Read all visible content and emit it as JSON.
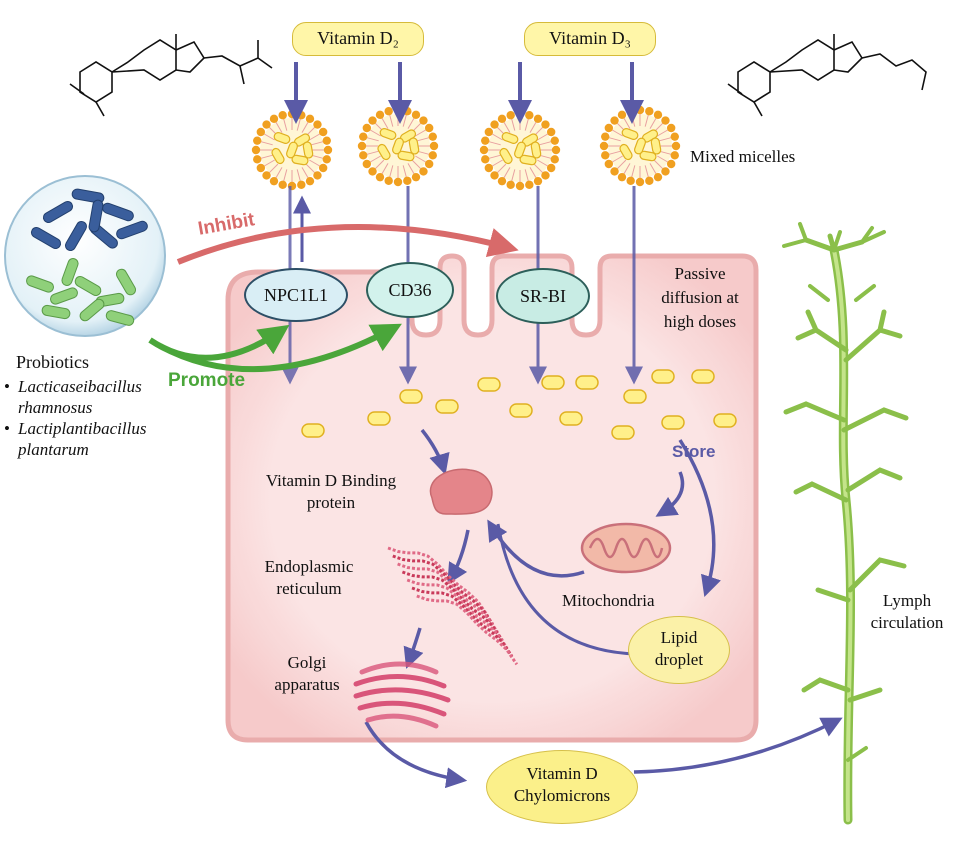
{
  "vitamin_d2_label": "Vitamin D₂",
  "vitamin_d3_label": "Vitamin D₃",
  "mixed_micelles_label": "Mixed micelles",
  "inhibit_label": "Inhibit",
  "promote_label": "Promote",
  "store_label": "Store",
  "transporters": [
    "NPC1L1",
    "CD36",
    "SR-BI"
  ],
  "passive_diffusion_label": "Passive diffusion at high doses",
  "probiotics": {
    "title": "Probiotics",
    "species": [
      "Lacticaseibacillus rhamnosus",
      "Lactiplantibacillus plantarum"
    ]
  },
  "binding_protein_label": "Vitamin D Binding protein",
  "er_label": "Endoplasmic reticulum",
  "golgi_label": "Golgi apparatus",
  "mitochondria_label": "Mitochondria",
  "lipid_droplet_label": "Lipid droplet",
  "chylomicrons_label": "Vitamin D Chylomicrons",
  "lymph_label": "Lymph circulation",
  "colors": {
    "arrow_blue": "#5a5aa6",
    "promote_green": "#4aa63a",
    "inhibit_red": "#d86a6a",
    "micelle_orange": "#f0a020",
    "vitamin_yellow": "#fff08a",
    "cell_pink": "#fbe3e3"
  }
}
